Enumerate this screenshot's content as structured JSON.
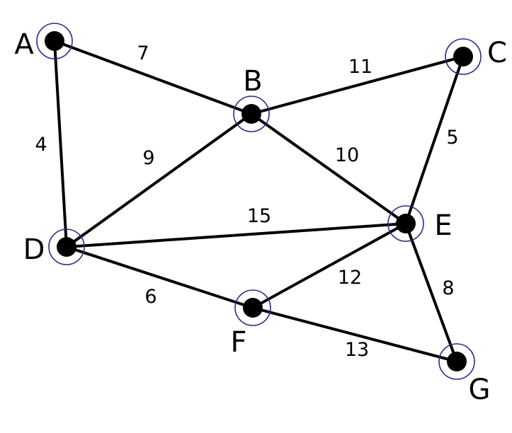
{
  "graph": {
    "nodes": [
      {
        "id": "A",
        "label": "A"
      },
      {
        "id": "B",
        "label": "B"
      },
      {
        "id": "C",
        "label": "C"
      },
      {
        "id": "D",
        "label": "D"
      },
      {
        "id": "E",
        "label": "E"
      },
      {
        "id": "F",
        "label": "F"
      },
      {
        "id": "G",
        "label": "G"
      }
    ],
    "edges": [
      {
        "from": "A",
        "to": "B",
        "weight": "7"
      },
      {
        "from": "A",
        "to": "D",
        "weight": "4"
      },
      {
        "from": "B",
        "to": "C",
        "weight": "11"
      },
      {
        "from": "B",
        "to": "D",
        "weight": "9"
      },
      {
        "from": "B",
        "to": "E",
        "weight": "10"
      },
      {
        "from": "C",
        "to": "E",
        "weight": "5"
      },
      {
        "from": "D",
        "to": "E",
        "weight": "15"
      },
      {
        "from": "D",
        "to": "F",
        "weight": "6"
      },
      {
        "from": "E",
        "to": "F",
        "weight": "12"
      },
      {
        "from": "E",
        "to": "G",
        "weight": "8"
      },
      {
        "from": "F",
        "to": "G",
        "weight": "13"
      }
    ],
    "colors": {
      "edge": "#000000",
      "node": "#000000",
      "halo": "#2a2a8c",
      "background": "#ffffff"
    }
  }
}
